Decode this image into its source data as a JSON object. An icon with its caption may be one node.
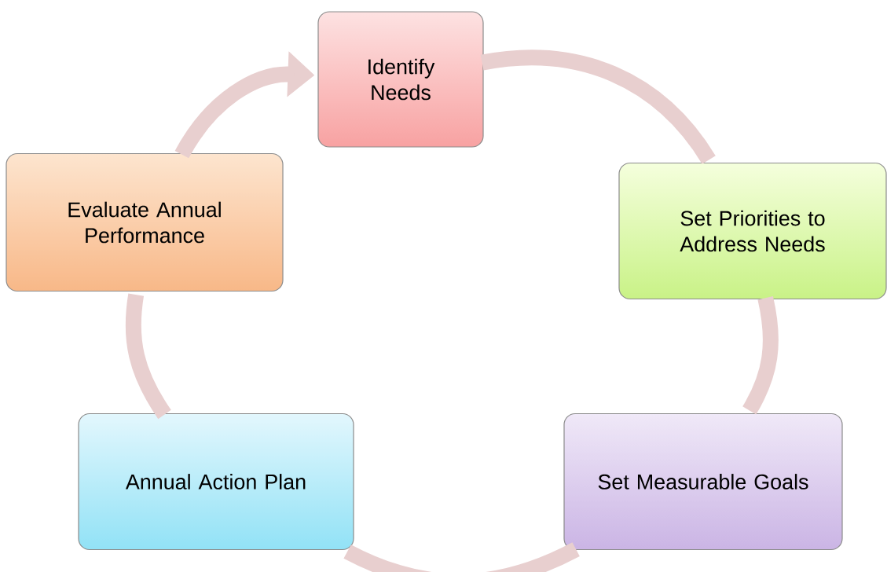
{
  "diagram": {
    "nodes": [
      {
        "text": [
          "Identify Needs"
        ]
      },
      {
        "text": [
          "Set Priorities to Address Needs"
        ]
      },
      {
        "text": [
          "Set Measurable Goals"
        ]
      },
      {
        "text": [
          "Annual Action Plan"
        ]
      },
      {
        "text": [
          "Evaluate Annual Performance"
        ]
      }
    ],
    "edges": [
      {
        "from": 0,
        "to": 1,
        "arrow": "none"
      },
      {
        "from": 1,
        "to": 2,
        "arrow": "none"
      },
      {
        "from": 2,
        "to": 3,
        "arrow": "none"
      },
      {
        "from": 3,
        "to": 4,
        "arrow": "none"
      },
      {
        "from": 4,
        "to": 0,
        "arrow": "to"
      }
    ]
  }
}
